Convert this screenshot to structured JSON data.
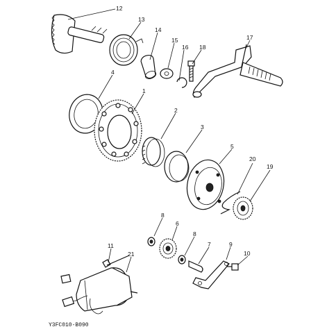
{
  "diagram": {
    "code": "Y3FC010-B090",
    "parts": [
      {
        "id": "p12",
        "number": "12"
      },
      {
        "id": "p13",
        "number": "13"
      },
      {
        "id": "p14",
        "number": "14"
      },
      {
        "id": "p15",
        "number": "15"
      },
      {
        "id": "p16",
        "number": "16"
      },
      {
        "id": "p18",
        "number": "18"
      },
      {
        "id": "p17",
        "number": "17"
      },
      {
        "id": "p4",
        "number": "4"
      },
      {
        "id": "p1",
        "number": "1"
      },
      {
        "id": "p2",
        "number": "2"
      },
      {
        "id": "p3",
        "number": "3"
      },
      {
        "id": "p5",
        "number": "5"
      },
      {
        "id": "p20",
        "number": "20"
      },
      {
        "id": "p19",
        "number": "19"
      },
      {
        "id": "p8a",
        "number": "8"
      },
      {
        "id": "p6",
        "number": "6"
      },
      {
        "id": "p8b",
        "number": "8"
      },
      {
        "id": "p7",
        "number": "7"
      },
      {
        "id": "p9",
        "number": "9"
      },
      {
        "id": "p10",
        "number": "10"
      },
      {
        "id": "p11",
        "number": "11"
      },
      {
        "id": "p21",
        "number": "21"
      }
    ]
  }
}
